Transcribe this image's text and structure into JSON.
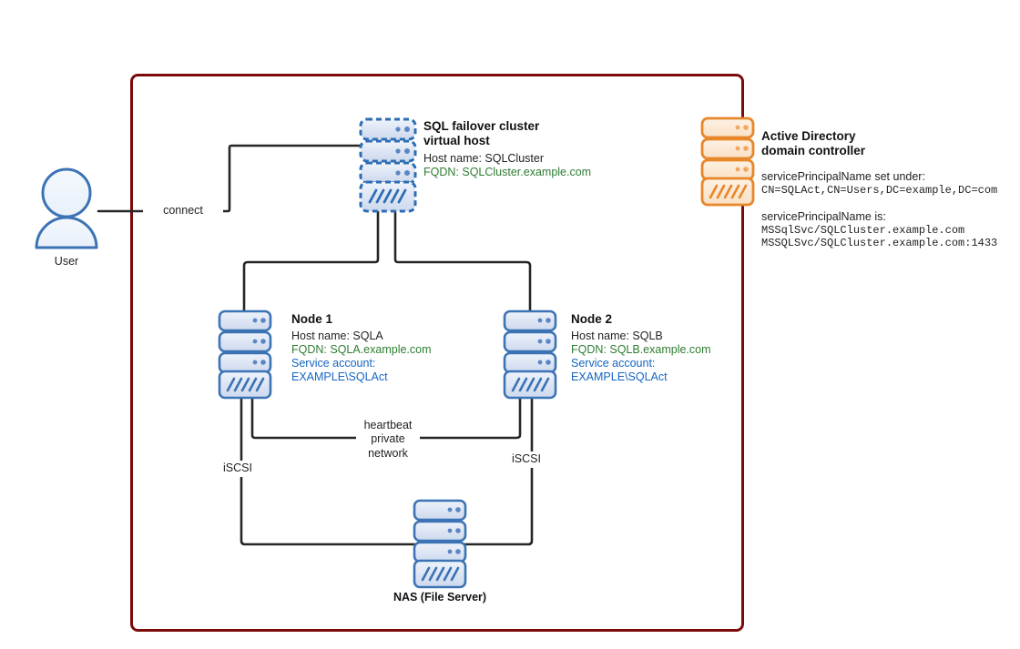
{
  "diagram": {
    "boundary": {
      "name": "cluster-boundary",
      "color": "#7B0A0A"
    },
    "user": {
      "label": "User",
      "icon": "user-icon"
    },
    "edges": {
      "connect": "connect",
      "heartbeat": "heartbeat\nprivate\nnetwork",
      "iscsi_left": "iSCSI",
      "iscsi_right": "iSCSI"
    },
    "nodes": {
      "cluster_vhost": {
        "icon": "server-stack-icon",
        "title": "SQL failover cluster\nvirtual host",
        "hostname": "Host name: SQLCluster",
        "fqdn": "FQDN: SQLCluster.example.com",
        "style": "dashed-blue",
        "color": "#2E6DB4"
      },
      "node1": {
        "icon": "server-stack-icon",
        "title": "Node 1",
        "hostname": "Host name: SQLA",
        "fqdn": "FQDN: SQLA.example.com",
        "service_label": "Service account:",
        "service_value": "EXAMPLE\\SQLAct",
        "color": "#2E6DB4"
      },
      "node2": {
        "icon": "server-stack-icon",
        "title": "Node 2",
        "hostname": "Host name: SQLB",
        "fqdn": "FQDN: SQLB.example.com",
        "service_label": "Service account:",
        "service_value": "EXAMPLE\\SQLAct",
        "color": "#2E6DB4"
      },
      "nas": {
        "icon": "server-stack-icon",
        "caption": "NAS (File Server)",
        "color": "#2E6DB4"
      },
      "active_directory": {
        "icon": "server-stack-icon",
        "title": "Active Directory\ndomain controller",
        "spn_under_label": "servicePrincipalName set under:",
        "spn_under_value": "CN=SQLAct,CN=Users,DC=example,DC=com",
        "spn_is_label": "servicePrincipalName is:",
        "spn_is_value_1": "MSSqlSvc/SQLCluster.example.com",
        "spn_is_value_2": "MSSQLSvc/SQLCluster.example.com:1433",
        "color": "#E8862A"
      }
    }
  }
}
